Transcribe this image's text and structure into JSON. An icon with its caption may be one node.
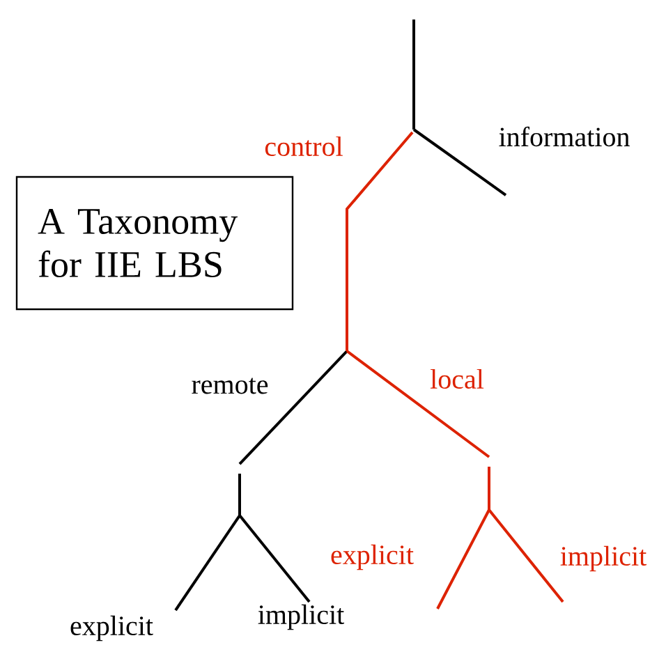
{
  "diagram": {
    "nodes": [
      {
        "text": [
          "A Taxonomy for IIE LBS"
        ]
      }
    ],
    "labels": [
      "control",
      "information",
      "remote",
      "local",
      "explicit",
      "implicit",
      "explicit",
      "implicit"
    ]
  }
}
